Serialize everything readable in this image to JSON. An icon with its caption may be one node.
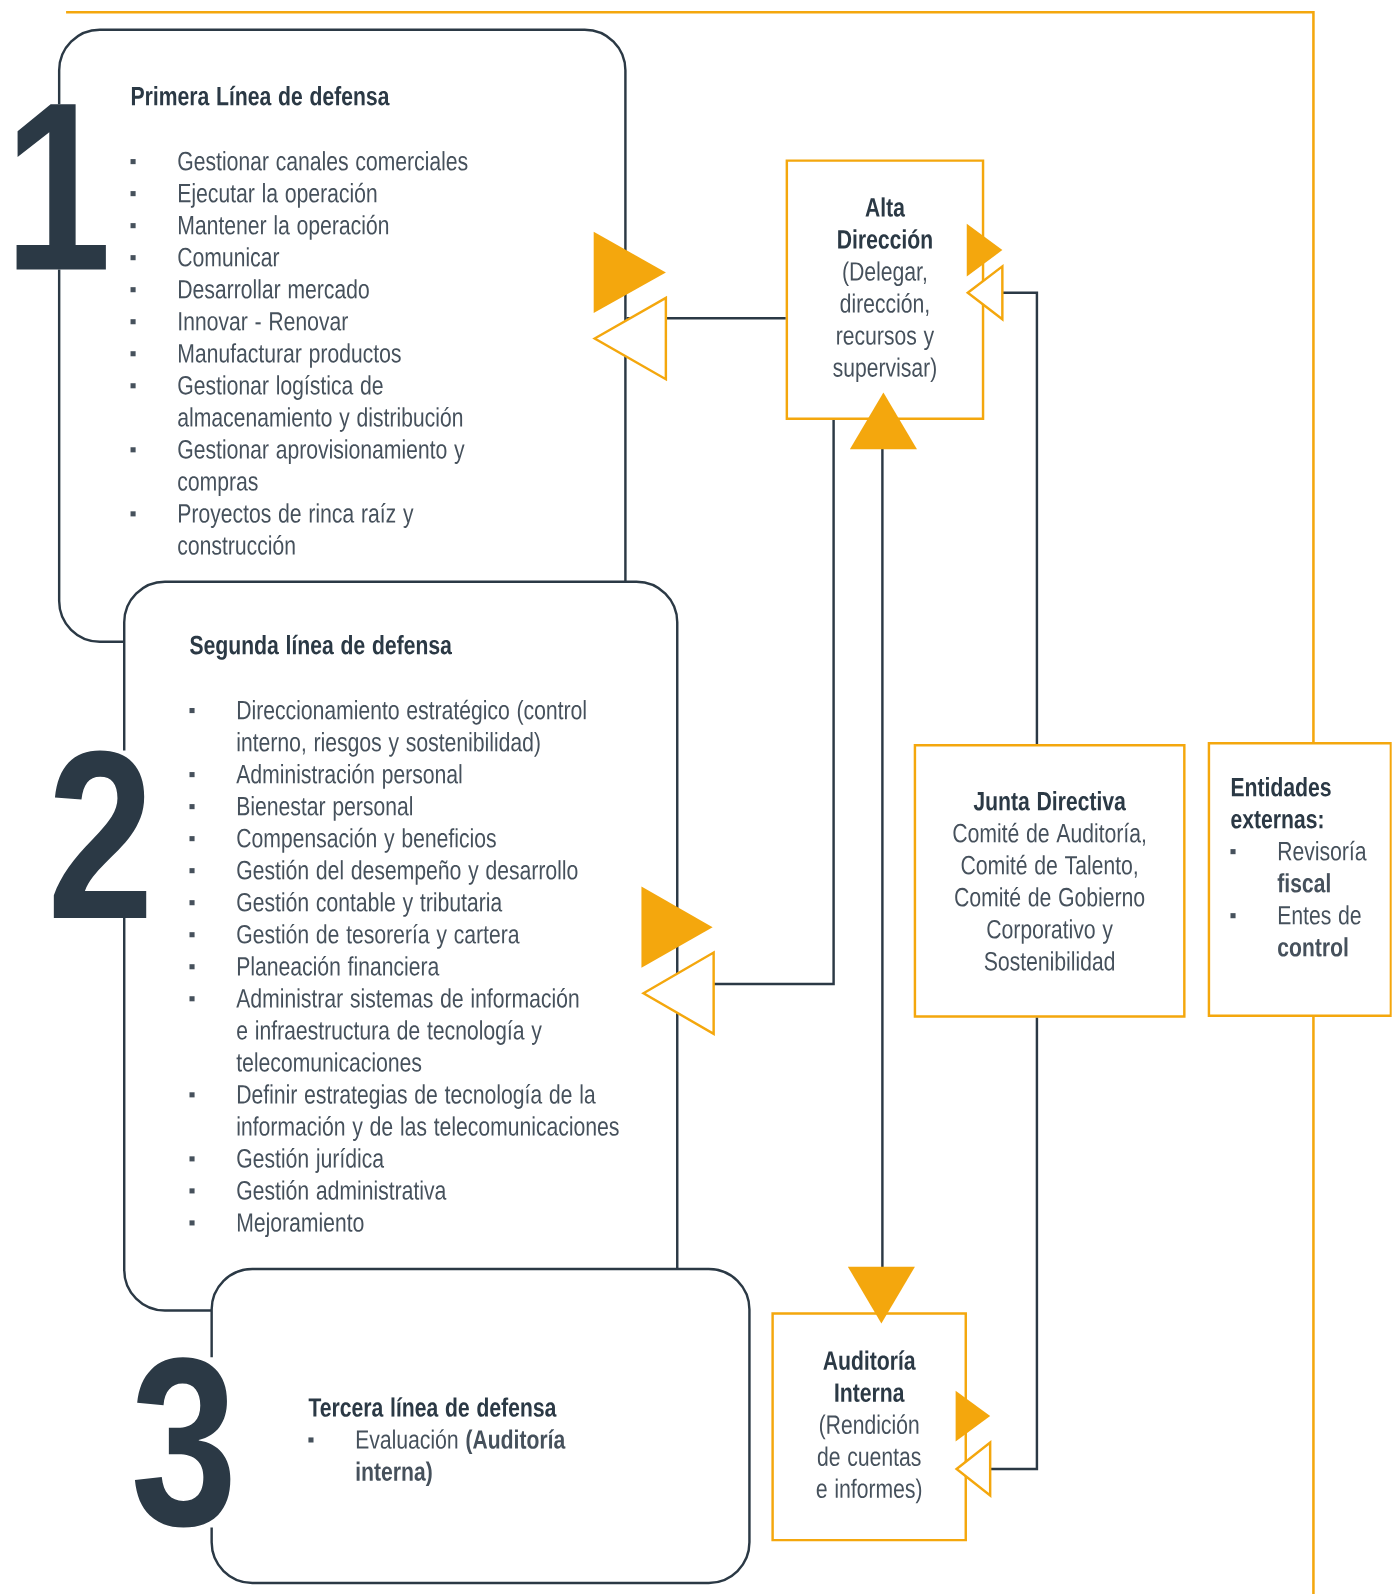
{
  "diagram": {
    "nodes": [
      {
        "text": [
          "1",
          "Primera Línea de defensa",
          "Gestionar canales comerciales",
          "Ejecutar la operación",
          "Mantener la operación",
          "Comunicar",
          "Desarrollar mercado",
          "Innovar - Renovar",
          "Manufacturar productos",
          "Gestionar logística de almacenamiento y distribución",
          "Gestionar aprovisionamiento y compras",
          "Proyectos de rinca raíz y construcción"
        ]
      },
      {
        "text": [
          "2",
          "Segunda línea de defensa",
          "Direccionamiento estratégico (control interno, riesgos y sostenibilidad)",
          "Administración personal",
          "Bienestar personal",
          "Compensación y beneficios",
          "Gestión del desempeño y desarrollo",
          "Gestión contable y tributaria",
          "Gestión de tesorería y cartera",
          "Planeación financiera",
          "Administrar sistemas de información e infraestructura de tecnología y telecomunicaciones",
          "Definir estrategias de tecnología de la información y de las telecomunicaciones",
          "Gestión jurídica",
          "Gestión administrativa",
          "Mejoramiento"
        ]
      },
      {
        "text": [
          "3",
          "Tercera línea de defensa",
          "Evaluación **(Auditoría interna)**"
        ]
      },
      {
        "text": [
          "Alta Dirección",
          "(Delegar, dirección, recursos y supervisar)"
        ]
      },
      {
        "text": [
          "Junta Directiva",
          "Comité de Auditoría, Comité de Talento, Comité de Gobierno Corporativo y Sostenibilidad"
        ]
      },
      {
        "text": [
          "Entidades externas:",
          "Revisoría **fiscal**",
          "Entes de **control**"
        ]
      },
      {
        "text": [
          "Auditoría Interna",
          "(Rendición de cuentas e informes)"
        ]
      }
    ],
    "edges": [
      {
        "from": 3,
        "to": 0,
        "arrow": "to"
      },
      {
        "from": 3,
        "to": 1,
        "arrow": "to"
      },
      {
        "from": 4,
        "to": 3,
        "arrow": "to"
      },
      {
        "from": 6,
        "to": 3,
        "arrow": "both"
      },
      {
        "from": 4,
        "to": 6,
        "arrow": "to"
      }
    ]
  }
}
